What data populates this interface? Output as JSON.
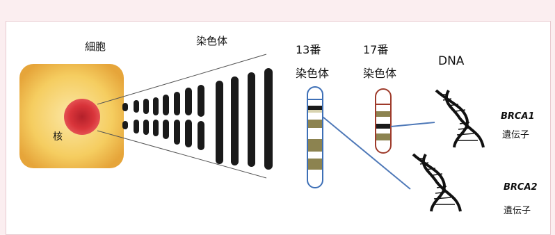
{
  "labels": {
    "cell": "細胞",
    "nucleus": "核",
    "chromosomes": "染色体",
    "chr13_number": "13番",
    "chr13_word": "染色体",
    "chr17_number": "17番",
    "chr17_word": "染色体",
    "dna": "DNA",
    "brca1": "BRCA1",
    "brca1_sub": "遺伝子",
    "brca2": "BRCA2",
    "brca2_sub": "遺伝子"
  },
  "colors": {
    "cell_fill": "#f3c654",
    "cell_edge": "#e9a93a",
    "nucleus": "#d9343a",
    "chromosome": "#1a1a1a",
    "chr13_outline": "#3d6fb6",
    "chr17_outline": "#9e3a2a",
    "band": "#8c8350",
    "connector": "#4f79b8"
  },
  "icons": [
    "dna-helix-icon",
    "dna-helix-icon"
  ]
}
